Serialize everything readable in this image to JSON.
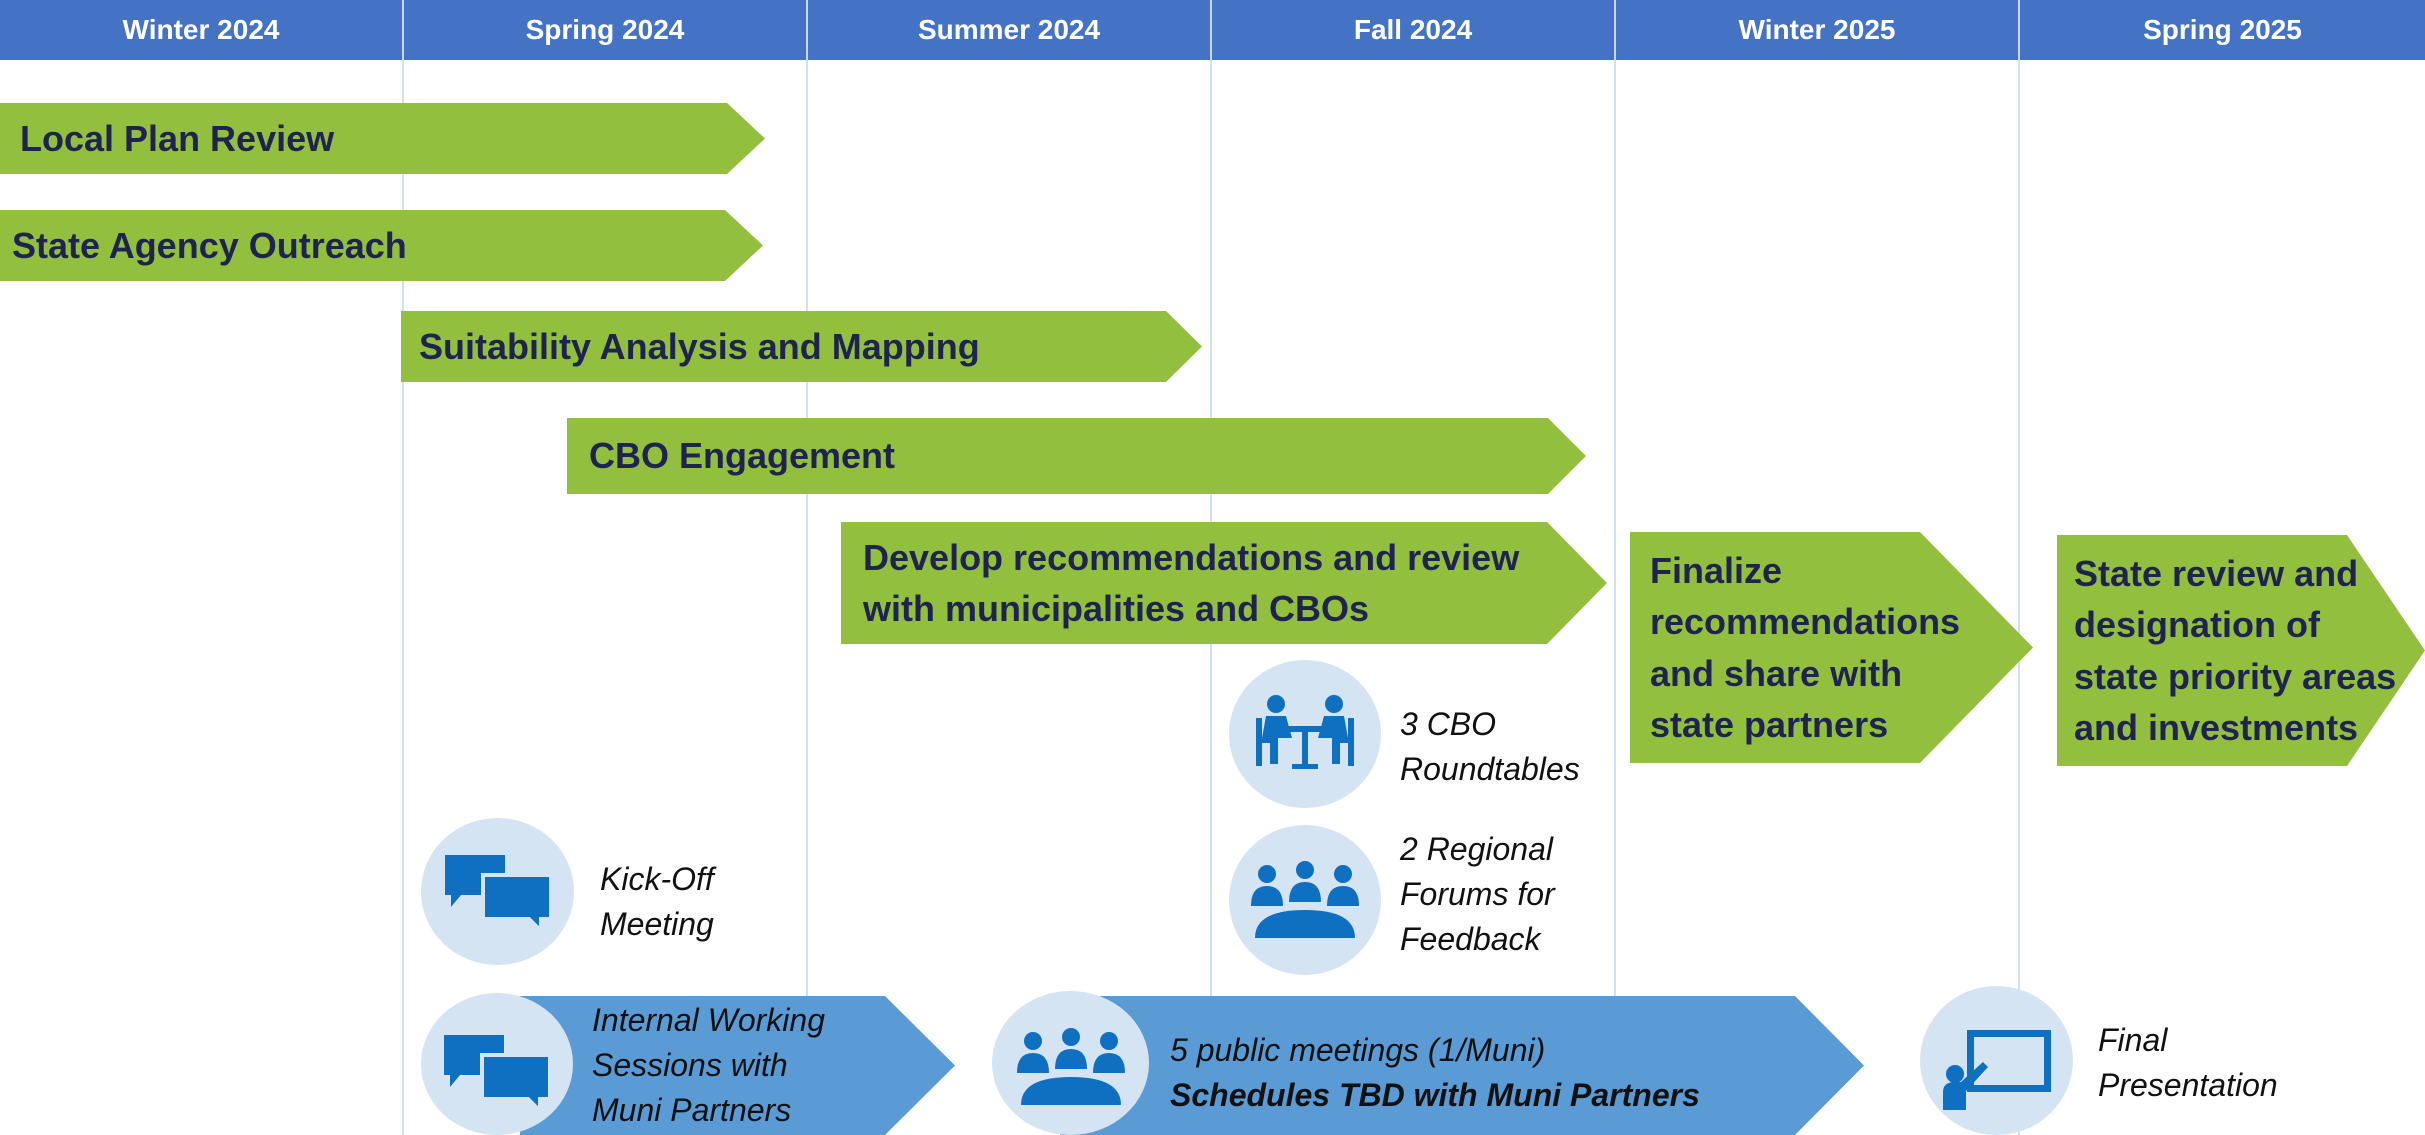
{
  "header": {
    "columns": [
      "Winter 2024",
      "Spring 2024",
      "Summer 2024",
      "Fall 2024",
      "Winter 2025",
      "Spring 2025"
    ]
  },
  "phases": {
    "local_plan_review": "Local Plan Review",
    "state_agency_outreach": "State Agency Outreach",
    "suitability_analysis": "Suitability Analysis and Mapping",
    "cbo_engagement": "CBO Engagement",
    "develop_recommendations": [
      "Develop recommendations and review",
      "with municipalities and CBOs"
    ],
    "finalize_recommendations": [
      "Finalize",
      "recommendations",
      "and share with",
      "state partners"
    ],
    "state_review": [
      "State review and",
      "designation of",
      "state priority areas",
      "and investments"
    ]
  },
  "events": {
    "kickoff": [
      "Kick-Off",
      "Meeting"
    ],
    "cbo_roundtables": [
      "3 CBO",
      "Roundtables"
    ],
    "regional_forums": [
      "2 Regional",
      "Forums for",
      "Feedback"
    ],
    "internal_sessions": [
      "Internal Working",
      "Sessions with",
      "Muni Partners"
    ],
    "public_meetings": "5 public meetings (1/Muni)",
    "public_meetings_schedule": "Schedules TBD with Muni Partners",
    "final_presentation": [
      "Final",
      "Presentation"
    ]
  },
  "colors": {
    "header": "#4472c4",
    "green_phase": "#92bf3e",
    "blue_bar": "#5b9bd5",
    "icon_circle": "#d5e4f3",
    "icon_blue": "#0f6fc0",
    "phase_text": "#1f2350"
  },
  "icons": [
    "speech-bubbles-icon",
    "roundtable-icon",
    "group-meeting-icon",
    "presentation-icon"
  ]
}
